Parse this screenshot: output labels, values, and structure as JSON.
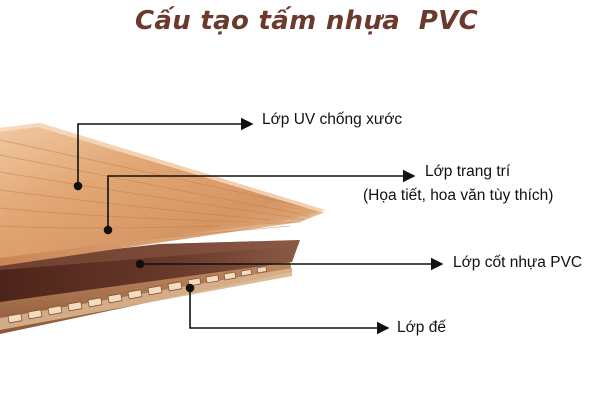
{
  "title": "Cấu tạo tấm nhựa  PVC",
  "labels": {
    "uv": "Lớp UV chống xước",
    "trang_tri_line1": "Lớp trang trí",
    "trang_tri_line2": "(Họa tiết, hoa văn tùy thích)",
    "cot_nhua": "Lớp cốt nhựa PVC",
    "de": "Lớp đế"
  },
  "colors": {
    "title": "#6b3a2c",
    "wood_light": "#e7b48a",
    "wood_mid": "#cf8f5e",
    "wood_dark": "#a9653b",
    "core": "#5a2e22",
    "core_edge": "#7a4a38",
    "base": "#b07a53",
    "arrow": "#111111"
  }
}
